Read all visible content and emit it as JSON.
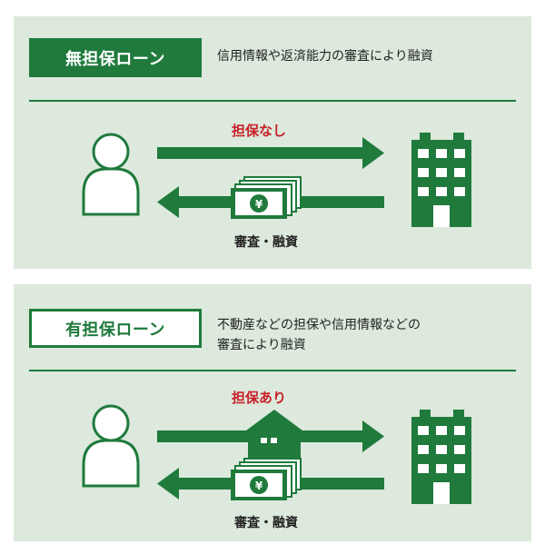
{
  "colors": {
    "green": "#1f7a3c",
    "panel_bg": "#dce9dc",
    "red": "#c8202a"
  },
  "panel1": {
    "title": "無担保ローン",
    "description_lines": [
      "信用情報や返済能力の審査により融資"
    ],
    "top_label": "担保なし",
    "bottom_label": "審査・融資",
    "icons": [
      "person-icon",
      "building-icon",
      "money-stack-icon",
      "yen-symbol"
    ]
  },
  "panel2": {
    "title": "有担保ローン",
    "description_lines": [
      "不動産などの担保や信用情報などの",
      "審査により融資"
    ],
    "top_label": "担保あり",
    "bottom_label": "審査・融資",
    "icons": [
      "person-icon",
      "house-icon",
      "building-icon",
      "money-stack-icon",
      "yen-symbol"
    ]
  },
  "yen_glyph": "¥"
}
